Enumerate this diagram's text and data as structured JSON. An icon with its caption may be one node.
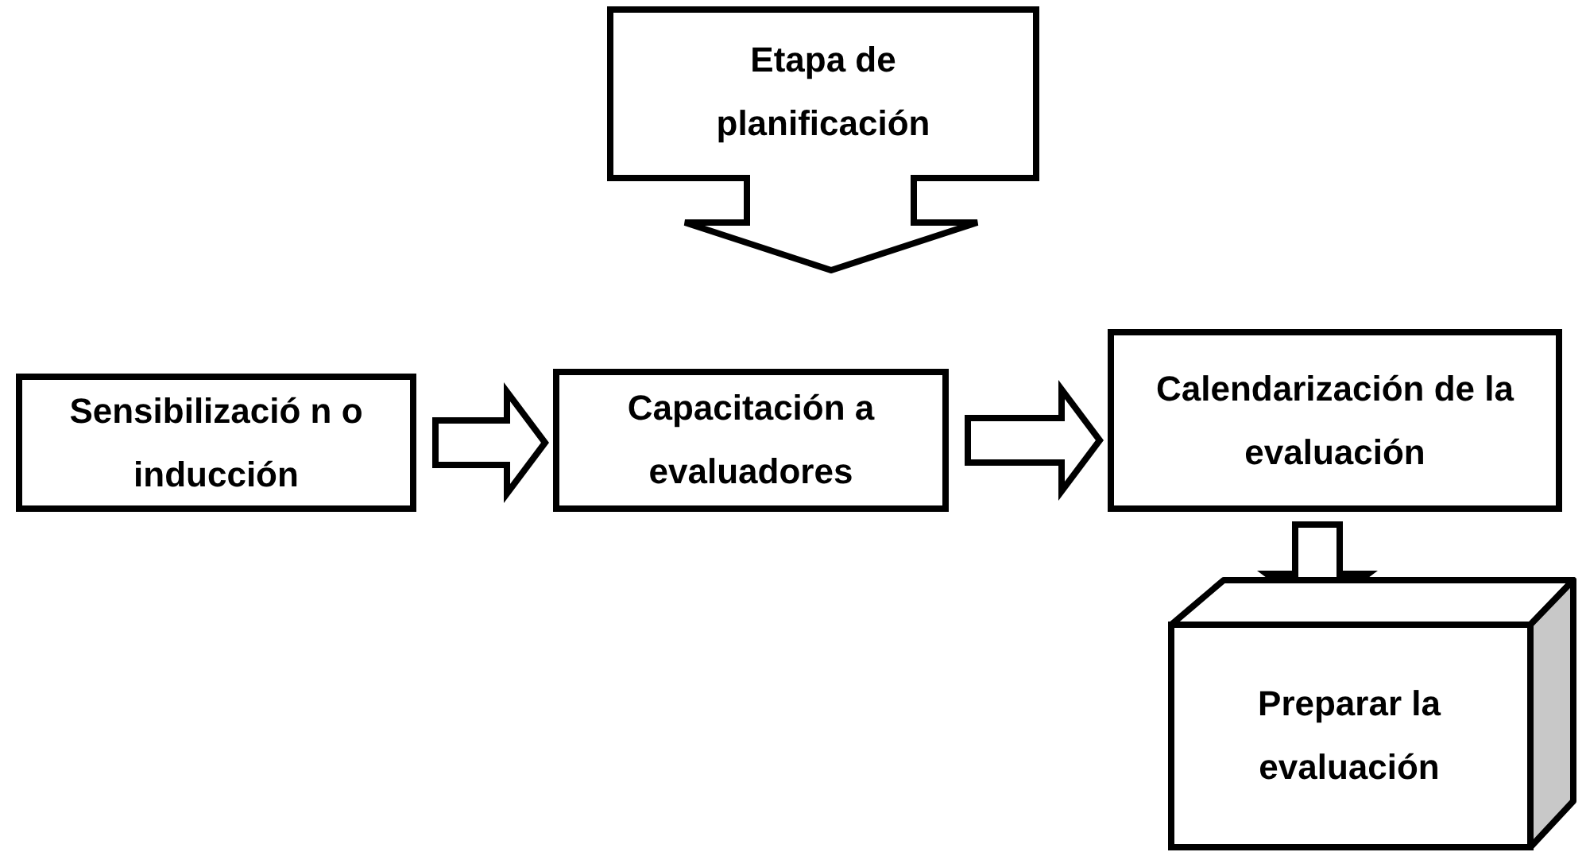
{
  "diagram": {
    "nodes": [
      {
        "text": [
          "Etapa de planificación"
        ]
      },
      {
        "text": [
          "Sensibilizació n o inducción"
        ]
      },
      {
        "text": [
          "Capacitación a evaluadores"
        ]
      },
      {
        "text": [
          "Calendarización de la evaluación"
        ]
      },
      {
        "text": [
          "Preparar la evaluación"
        ]
      }
    ],
    "edges": [
      {
        "from": 1,
        "to": 2,
        "arrow": "to"
      },
      {
        "from": 2,
        "to": 3,
        "arrow": "to"
      },
      {
        "from": 3,
        "to": 4,
        "arrow": "to"
      }
    ]
  }
}
